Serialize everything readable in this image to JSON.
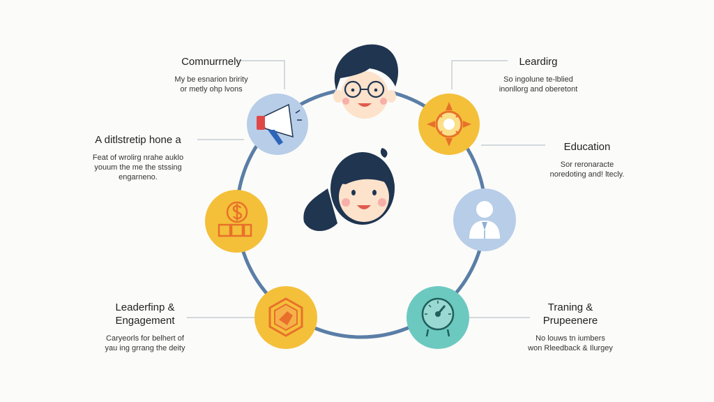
{
  "colors": {
    "ring": "#5a7ea6",
    "yellow": "#f4c03a",
    "blue": "#b7cde8",
    "teal": "#6cc9c0",
    "orange": "#e8702a",
    "hair": "#1f3550",
    "connector": "#b9c4cc"
  },
  "nodes": [
    {
      "id": "communication",
      "icon": "megaphone-icon",
      "title": "Comnurrnely",
      "desc_lines": [
        "My be esnarion bririty",
        "or metly ohp lvons"
      ]
    },
    {
      "id": "partnership",
      "icon": "coins-icon",
      "title": "A ditlstretip hone a",
      "desc_lines": [
        "Feat of wrolirg nrahe auklo",
        "youum the me the stssing",
        "engarneno."
      ]
    },
    {
      "id": "leadership-engagement",
      "icon": "hexagon-emblem-icon",
      "title_lines": [
        "Leaderfinp &",
        "Engagement"
      ],
      "desc_lines": [
        "Caryeorls for belhert of",
        "yau ing grrang the deity"
      ]
    },
    {
      "id": "leading",
      "icon": "sun-gear-icon",
      "title": "Leardirg",
      "desc_lines": [
        "So ingolune te-lblied",
        "inonllorg and oberetont"
      ]
    },
    {
      "id": "education",
      "icon": "person-icon",
      "title": "Education",
      "desc_lines": [
        "Sor reronaracte",
        "noredoting and! ltecly."
      ]
    },
    {
      "id": "training",
      "icon": "gauge-icon",
      "title_lines": [
        "Traning &",
        "Prupeenere"
      ],
      "desc_lines": [
        "No louws tn iumbers",
        "won Rleedback & Ilurgey"
      ]
    }
  ]
}
